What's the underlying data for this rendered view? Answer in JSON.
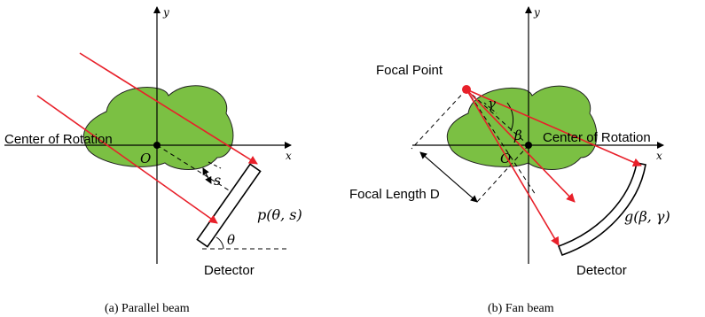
{
  "panel_a": {
    "axis_x": "x",
    "axis_y": "y",
    "center_label": "Center of Rotation",
    "origin": "O",
    "s_label": "s",
    "projection_label": "p(θ, s)",
    "theta_label": "θ",
    "detector_label": "Detector",
    "caption": "(a)  Parallel beam"
  },
  "panel_b": {
    "axis_x": "x",
    "axis_y": "y",
    "focal_point_label": "Focal Point",
    "center_label": "Center of Rotation",
    "origin": "O",
    "gamma_label": "γ",
    "beta_label": "β",
    "focal_length_label": "Focal Length D",
    "projection_label": "g(β, γ)",
    "detector_label": "Detector",
    "caption": "(b)  Fan beam"
  },
  "colors": {
    "object_fill": "#7bc043",
    "ray": "#e8202a",
    "ink": "#000000"
  }
}
